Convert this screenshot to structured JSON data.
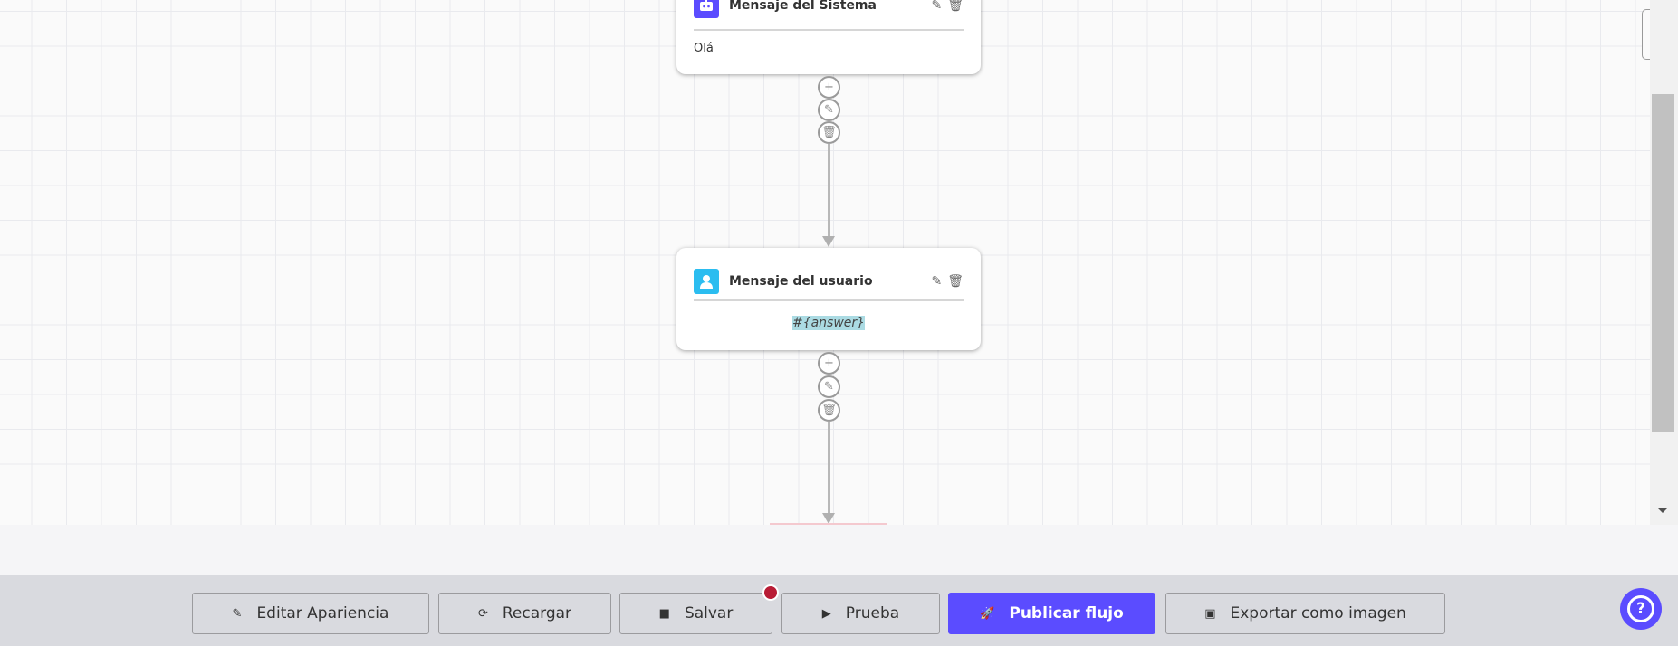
{
  "nodes": [
    {
      "title": "Mensaje del Sistema",
      "body": "Olá",
      "icon": "robot-icon",
      "icon_color": "#5b4cff"
    },
    {
      "title": "Mensaje del usuario",
      "body": "#{answer}",
      "icon": "user-icon",
      "icon_color": "#2bbdf0"
    }
  ],
  "toolbar": {
    "edit_appearance": "Editar Apariencia",
    "reload": "Recargar",
    "save": "Salvar",
    "test": "Prueba",
    "publish": "Publicar flujo",
    "export": "Exportar como imagen"
  },
  "colors": {
    "accent": "#5b4cff",
    "unsaved_dot": "#b81c35",
    "highlight": "#abdbe3"
  }
}
